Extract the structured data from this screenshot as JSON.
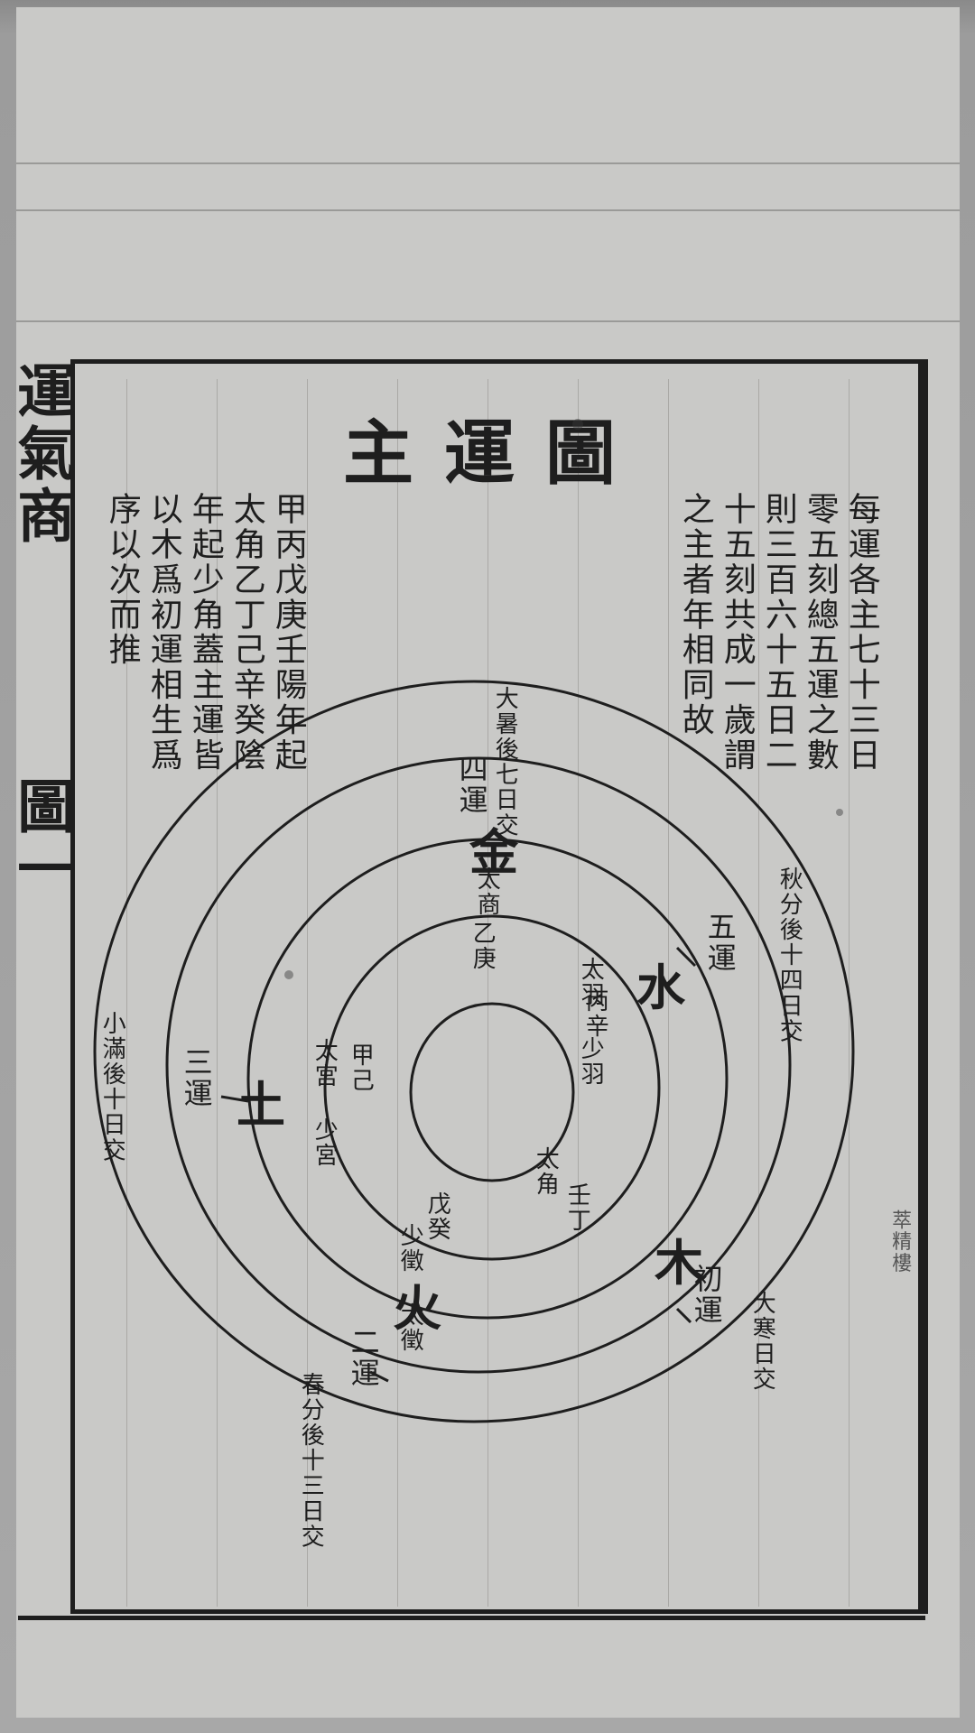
{
  "page": {
    "spine_text": "運氣商",
    "spine_page": "圖一",
    "title": "主運圖"
  },
  "right_note": {
    "lines": [
      "每運各主七十三日",
      "零五刻總五運之數",
      "則三百六十五日二",
      "十五刻共成一歲謂",
      "之主者年相同故"
    ]
  },
  "left_note": {
    "lines": [
      "甲丙戊庚壬陽年起",
      "太角乙丁己辛癸陰",
      "年起少角蓋主運皆",
      "以木爲初運相生爲",
      "序以次而推"
    ]
  },
  "diagram": {
    "rings": [
      {
        "element": "木",
        "run": "初運",
        "stems": "壬丁",
        "tone": "太角",
        "start": "大寒日交"
      },
      {
        "element": "火",
        "run": "二運",
        "stems": "戊癸",
        "tone": "少徵 太徵",
        "start": "春分後十三日交"
      },
      {
        "element": "土",
        "run": "三運",
        "stems": "甲己",
        "tone": "太宮 少宮",
        "start": "小滿後十日交"
      },
      {
        "element": "金",
        "run": "四運",
        "stems": "乙庚",
        "tone": "太商",
        "start": "大暑後七日交"
      },
      {
        "element": "水",
        "run": "五運",
        "stems": "丙辛",
        "tone": "太羽 少羽",
        "start": "秋分後十四日交"
      }
    ]
  },
  "margin_stamp": "萃精樓"
}
